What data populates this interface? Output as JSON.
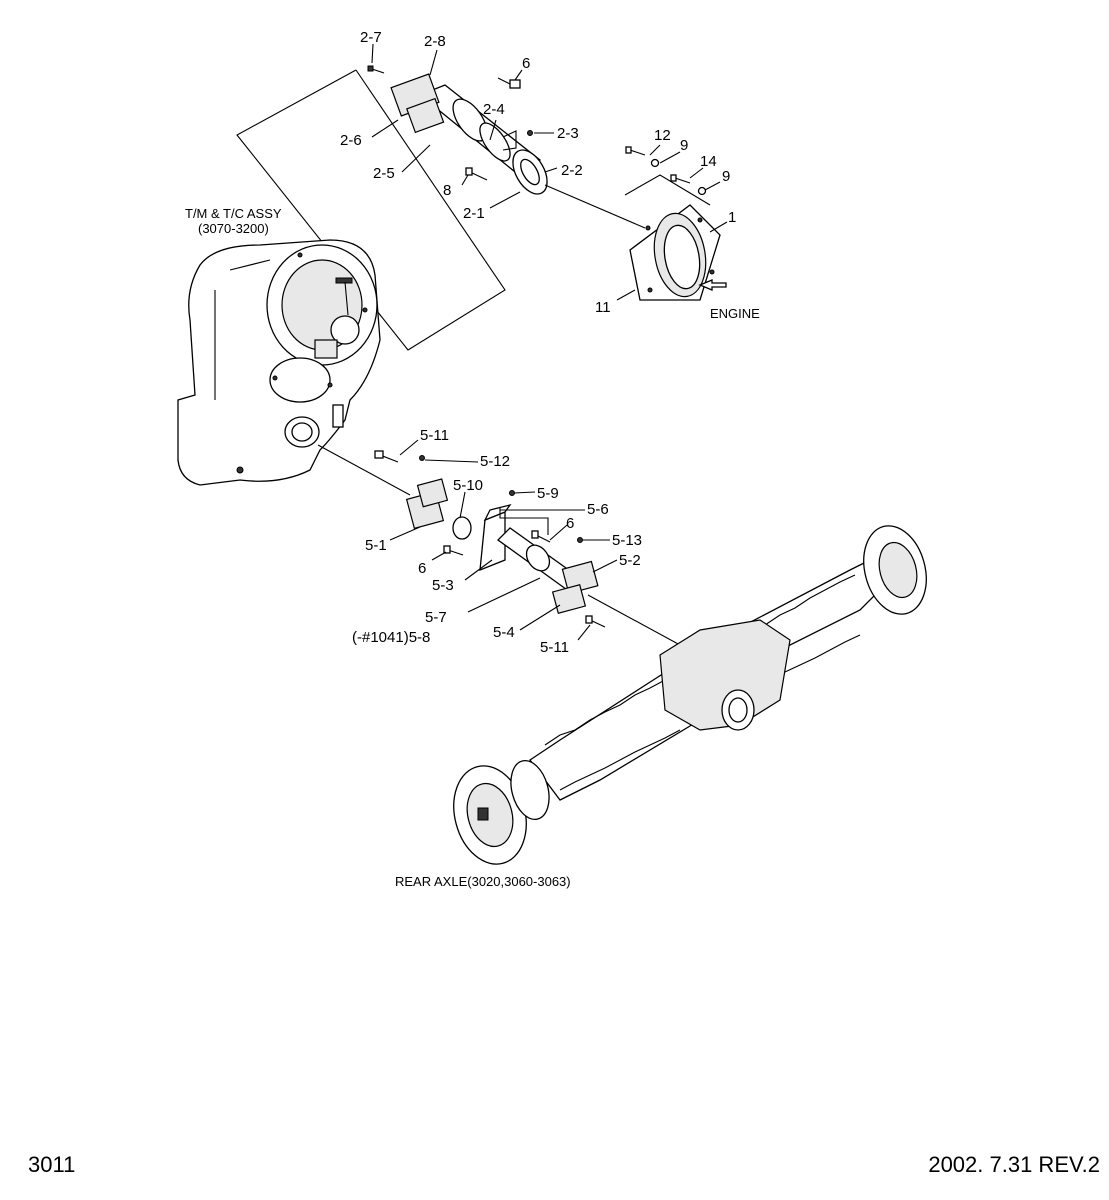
{
  "labels": {
    "tm_assy_line1": "T/M & T/C ASSY",
    "tm_assy_line2": "(3070-3200)",
    "engine": "ENGINE",
    "rear_axle": "REAR AXLE(3020,3060-3063)",
    "p2_7": "2-7",
    "p2_8": "2-8",
    "p6_top": "6",
    "p2_6": "2-6",
    "p2_4": "2-4",
    "p2_3": "2-3",
    "p2_5": "2-5",
    "p2_2": "2-2",
    "p8": "8",
    "p2_1": "2-1",
    "p12": "12",
    "p9_a": "9",
    "p14": "14",
    "p9_b": "9",
    "p1": "1",
    "p11": "11",
    "p5_11_top": "5-11",
    "p5_12": "5-12",
    "p5_10": "5-10",
    "p5_9": "5-9",
    "p5_6": "5-6",
    "p6_mid": "6",
    "p5_1": "5-1",
    "p5_13": "5-13",
    "p6_low": "6",
    "p5_2": "5-2",
    "p5_3": "5-3",
    "p5_7": "5-7",
    "p5_8": "(-#1041)5-8",
    "p5_4": "5-4",
    "p5_11_bot": "5-11"
  },
  "footer": {
    "page_code": "3011",
    "revision": "2002. 7.31  REV.2"
  }
}
